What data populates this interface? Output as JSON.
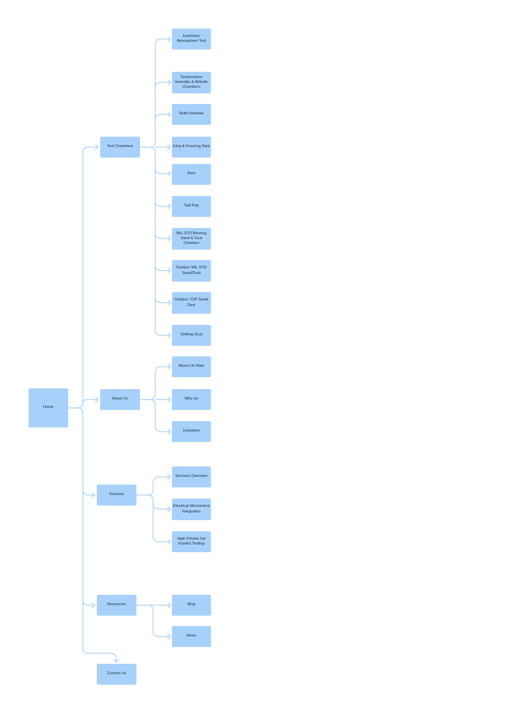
{
  "sitemap": {
    "home": "Home",
    "sections": [
      {
        "label": "Test Chambers",
        "children": [
          "Explosive Atmosphere Test",
          "Temperature Humidity & Altitude Chambers",
          "Multi-chamber",
          "Icing & Freezing Rain",
          "Rain",
          "Salt Fog",
          "MIL-STD Blowing Sand & Dust Chamber",
          "Outdoor MIL-STD Sand/Dust",
          "Outdoor TOP Sand/ Dust",
          "Settling Dust"
        ]
      },
      {
        "label": "About Us",
        "children": [
          "About Us Main",
          "Why Us",
          "Industries"
        ]
      },
      {
        "label": "Services",
        "children": [
          "Services Overview",
          "Electrical Mechanical Integration",
          "High Volume Iso Kinetict Testing"
        ]
      },
      {
        "label": "Resources",
        "children": [
          "Blog",
          "News"
        ]
      },
      {
        "label": "Contact Us",
        "children": []
      }
    ]
  },
  "colors": {
    "node_fill": "#a7d1fb",
    "connector": "#a8d2f5",
    "text": "#1f2a37"
  }
}
